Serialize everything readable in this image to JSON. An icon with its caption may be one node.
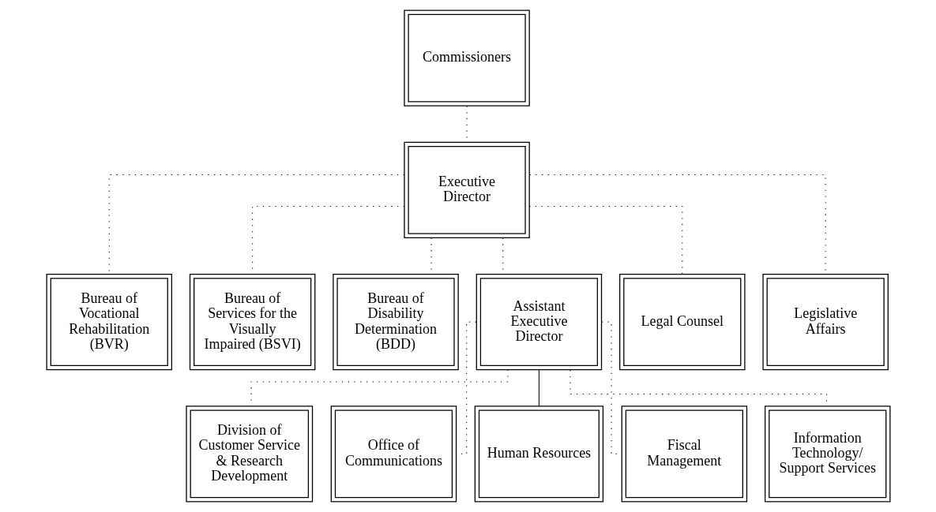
{
  "diagram": {
    "nodes": [
      {
        "text": [
          "Commissioners"
        ]
      },
      {
        "text": [
          "Executive Director"
        ]
      },
      {
        "text": [
          "Bureau of Vocational Rehabilitation (BVR)"
        ]
      },
      {
        "text": [
          "Bureau of Services for the Visually Impaired (BSVI)"
        ]
      },
      {
        "text": [
          "Bureau of Disability Determination (BDD)"
        ]
      },
      {
        "text": [
          "Assistant Executive Director"
        ]
      },
      {
        "text": [
          "Legal Counsel"
        ]
      },
      {
        "text": [
          "Legislative Affairs"
        ]
      },
      {
        "text": [
          "Division of Customer Service & Research Development"
        ]
      },
      {
        "text": [
          "Office of Communications"
        ]
      },
      {
        "text": [
          "Human Resources"
        ]
      },
      {
        "text": [
          "Fiscal Management"
        ]
      },
      {
        "text": [
          "Information Technology/ Support Services"
        ]
      }
    ],
    "edges": [
      {
        "from": 0,
        "to": 1,
        "arrow": "none",
        "style": "dashed"
      },
      {
        "from": 1,
        "to": 2,
        "arrow": "none",
        "style": "dashed"
      },
      {
        "from": 1,
        "to": 3,
        "arrow": "none",
        "style": "dashed"
      },
      {
        "from": 1,
        "to": 4,
        "arrow": "none",
        "style": "dashed"
      },
      {
        "from": 1,
        "to": 5,
        "arrow": "none",
        "style": "dashed"
      },
      {
        "from": 1,
        "to": 6,
        "arrow": "none",
        "style": "dashed"
      },
      {
        "from": 1,
        "to": 7,
        "arrow": "none",
        "style": "dashed"
      },
      {
        "from": 5,
        "to": 8,
        "arrow": "none",
        "style": "dashed"
      },
      {
        "from": 5,
        "to": 9,
        "arrow": "none",
        "style": "dashed"
      },
      {
        "from": 5,
        "to": 10,
        "arrow": "none"
      },
      {
        "from": 5,
        "to": 11,
        "arrow": "none",
        "style": "dashed"
      },
      {
        "from": 5,
        "to": 12,
        "arrow": "none",
        "style": "dashed"
      }
    ]
  }
}
